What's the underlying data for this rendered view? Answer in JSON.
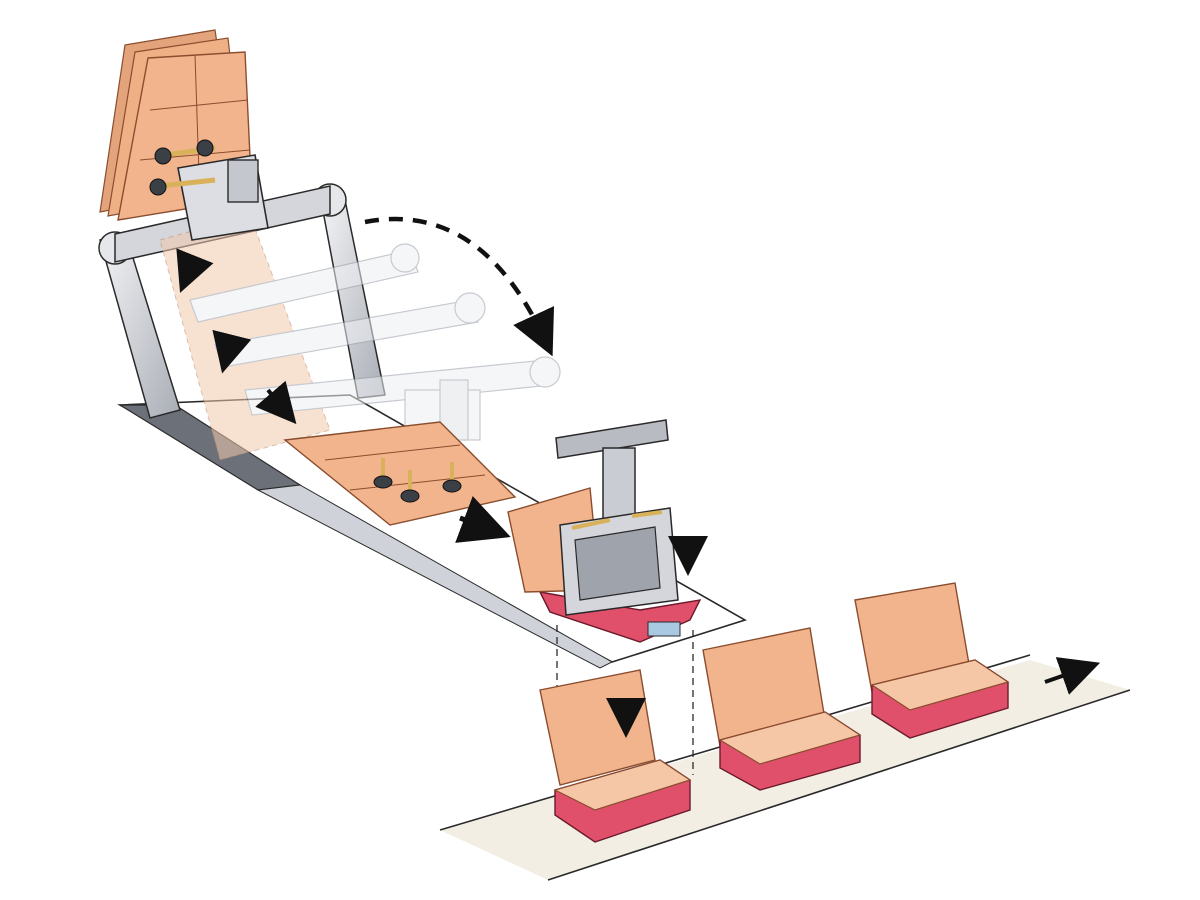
{
  "diagram": {
    "colors": {
      "background": "#ffffff",
      "carton": "#f2b48c",
      "carton_dark": "#d98e63",
      "carton_line": "#8a4d2e",
      "tray_red": "#e0506a",
      "tray_red_dark": "#b83450",
      "metal_light": "#e6e7ea",
      "metal_mid": "#b8bbc2",
      "metal_dark": "#7d8189",
      "rod": "#d8b15a",
      "belt": "#f3eee4",
      "line": "#2a2a2a",
      "arrow": "#111111",
      "ghost_arm": "#eef0f4"
    },
    "icons": {
      "flow_arrow": "arrow-down-icon",
      "transfer_arrow": "arrow-right-icon",
      "swing_arrow": "dashed-arc-arrow-icon",
      "output_arrow": "arrow-right-icon"
    },
    "components": [
      "blank-magazine",
      "pick-arm",
      "swing-frame",
      "ghost-arm-positions",
      "feed-bed",
      "vacuum-cups",
      "forming-press",
      "forming-mold",
      "output-conveyor",
      "finished-boxes"
    ]
  }
}
